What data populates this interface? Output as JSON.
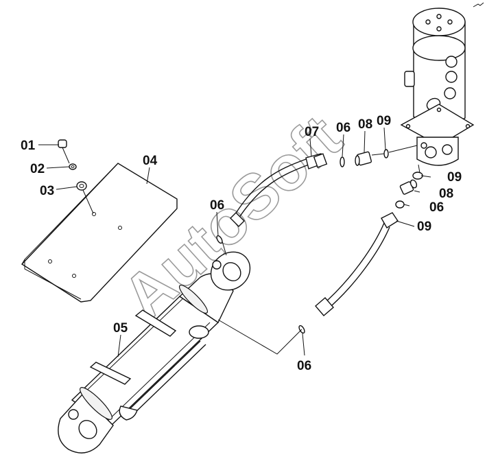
{
  "watermark": "AutoSoft",
  "callouts": [
    {
      "id": "01",
      "text": "01"
    },
    {
      "id": "02",
      "text": "02"
    },
    {
      "id": "03",
      "text": "03"
    },
    {
      "id": "04",
      "text": "04"
    },
    {
      "id": "05",
      "text": "05"
    },
    {
      "id": "06a",
      "text": "06"
    },
    {
      "id": "06b",
      "text": "06"
    },
    {
      "id": "06c",
      "text": "06"
    },
    {
      "id": "06d",
      "text": "06"
    },
    {
      "id": "07",
      "text": "07"
    },
    {
      "id": "08a",
      "text": "08"
    },
    {
      "id": "08b",
      "text": "08"
    },
    {
      "id": "09a",
      "text": "09"
    },
    {
      "id": "09b",
      "text": "09"
    },
    {
      "id": "09c",
      "text": "09"
    }
  ]
}
